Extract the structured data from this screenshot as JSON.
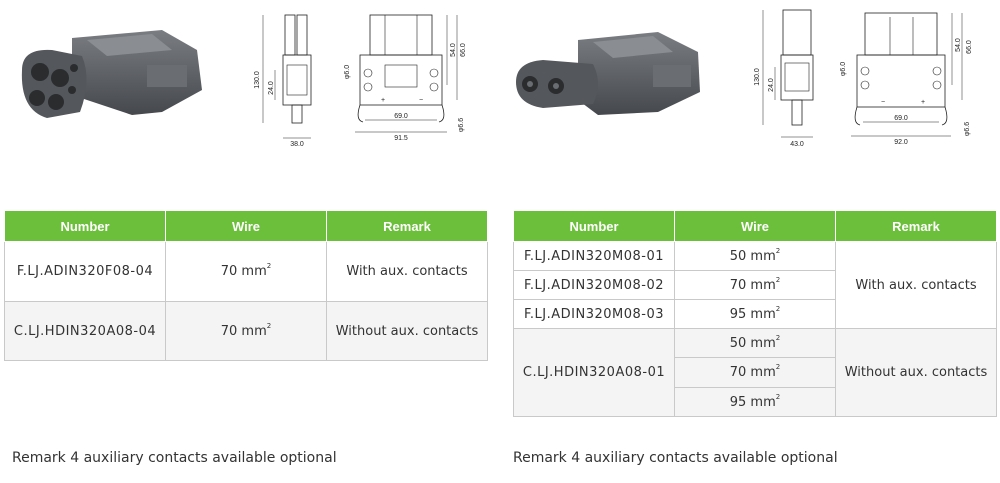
{
  "left": {
    "drawing": {
      "side_dims": [
        "130.0",
        "24.0",
        "38.0"
      ],
      "front_dims": [
        "66.0",
        "54.0",
        "69.0",
        "91.5",
        "φ6.0",
        "φ6.6"
      ],
      "polarity": [
        "+",
        "−"
      ]
    },
    "table": {
      "headers": [
        "Number",
        "Wire",
        "Remark"
      ],
      "rows": [
        {
          "number": "F.LJ.ADIN320F08-04",
          "wire": "70 mm",
          "sup": "2",
          "remark": "With aux. contacts"
        },
        {
          "number": "C.LJ.HDIN320A08-04",
          "wire": "70 mm",
          "sup": "2",
          "remark": "Without aux. contacts"
        }
      ]
    },
    "remark": "Remark 4 auxiliary contacts available optional"
  },
  "right": {
    "drawing": {
      "side_dims": [
        "130.0",
        "24.0",
        "43.0"
      ],
      "front_dims": [
        "66.0",
        "54.0",
        "69.0",
        "92.0",
        "φ6.0",
        "φ6.6"
      ],
      "polarity": [
        "−",
        "+"
      ]
    },
    "table": {
      "headers": [
        "Number",
        "Wire",
        "Remark"
      ],
      "group1": {
        "numbers": [
          "F.LJ.ADIN320M08-01",
          "F.LJ.ADIN320M08-02",
          "F.LJ.ADIN320M08-03"
        ],
        "wires": [
          "50 mm",
          "70 mm",
          "95 mm"
        ],
        "remark": "With aux. contacts"
      },
      "group2": {
        "number": "C.LJ.HDIN320A08-01",
        "wires": [
          "50 mm",
          "70 mm",
          "95 mm"
        ],
        "remark": "Without aux. contacts"
      },
      "sup": "2"
    },
    "remark": "Remark 4 auxiliary contacts available optional"
  },
  "colors": {
    "header_green": "#6cbf3a",
    "border": "#c9c9c9",
    "connector_gray": "#5a5d61"
  }
}
